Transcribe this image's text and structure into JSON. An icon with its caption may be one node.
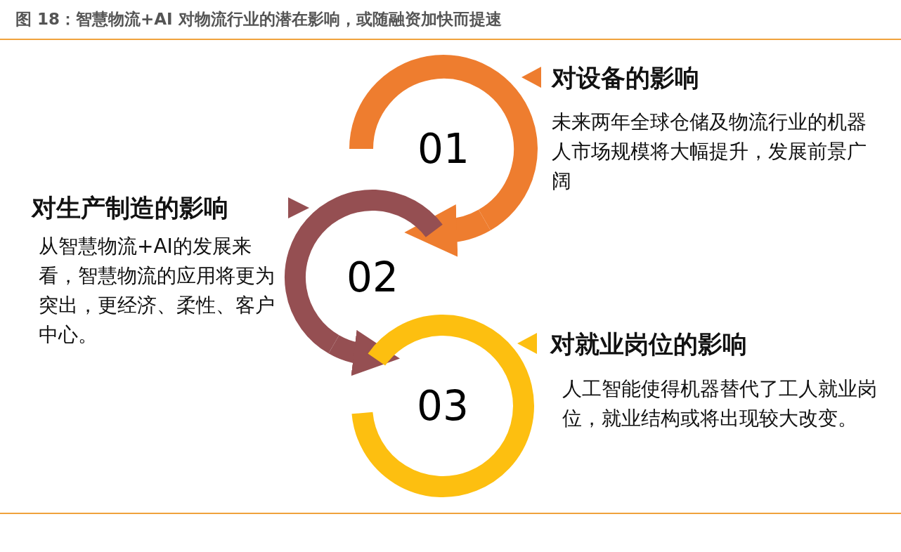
{
  "diagram": {
    "title": "图 18：智慧物流+AI 对物流行业的潜在影响，或随融资加快而提速",
    "nodes": [
      {
        "text": [
          "01"
        ],
        "beside": [
          "对设备的影响",
          "未来两年全球仓储及物流行业的机器人市场规模将大幅提升，发展前景广阔"
        ]
      },
      {
        "text": [
          "02"
        ],
        "beside": [
          "对生产制造的影响",
          "从智慧物流+AI的发展来看，智慧物流的应用将更为突出，更经济、柔性、客户中心。"
        ]
      },
      {
        "text": [
          "03"
        ],
        "beside": [
          "对就业岗位的影响",
          "人工智能使得机器替代了工人就业岗位，就业结构或将出现较大改变。"
        ]
      }
    ],
    "edges": [
      {
        "from": 0,
        "to": 1,
        "arrow": "to",
        "color": "#ee7d2f"
      },
      {
        "from": 1,
        "to": 2,
        "arrow": "to",
        "color": "#954f52"
      }
    ]
  }
}
